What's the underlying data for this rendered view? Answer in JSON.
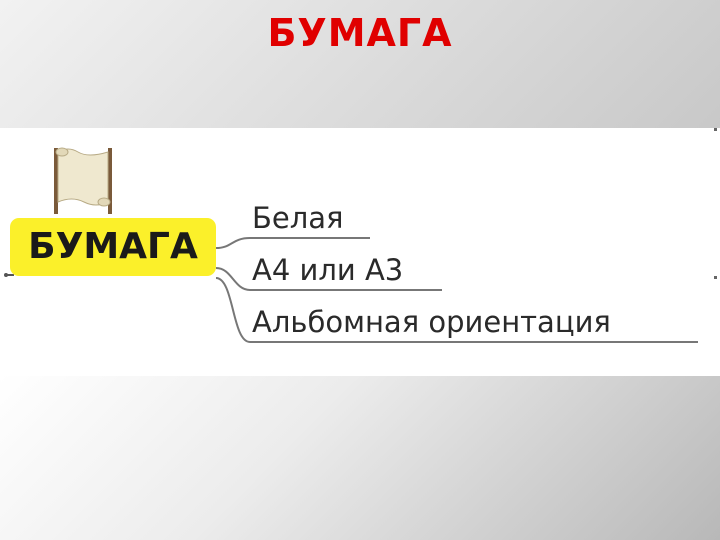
{
  "slide": {
    "title": "БУМАГА"
  },
  "mindmap": {
    "central_topic": "БУМАГА",
    "central_icon": "paper-scroll-icon",
    "colors": {
      "title": "#e00000",
      "central_node": "#fbf02a"
    },
    "branches": [
      {
        "label": "Белая"
      },
      {
        "label": "А4 или А3"
      },
      {
        "label": "Альбомная ориентация"
      }
    ]
  }
}
